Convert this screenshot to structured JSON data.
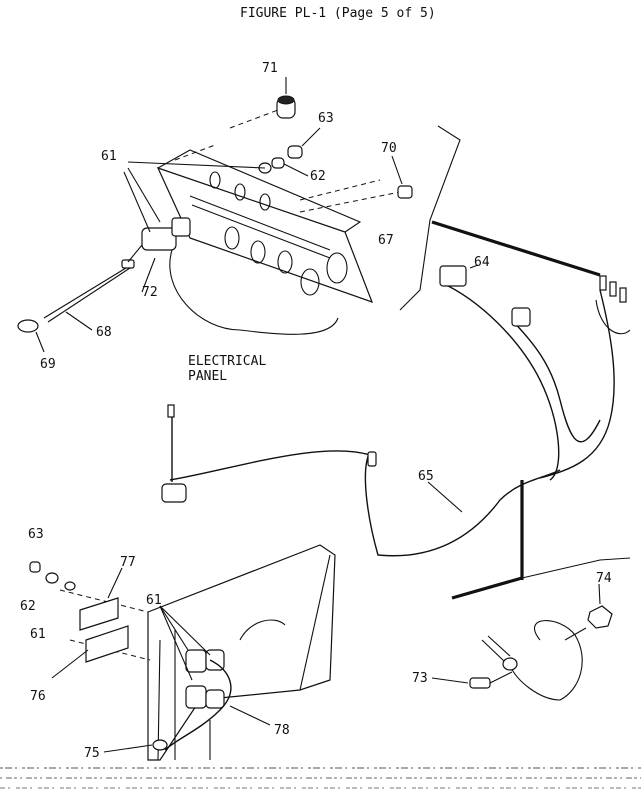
{
  "title": "FIGURE PL-1 (Page 5 of 5)",
  "panel_label": [
    "ELECTRICAL",
    "PANEL"
  ],
  "callouts": {
    "c71": "71",
    "c63a": "63",
    "c61a": "61",
    "c62a": "62",
    "c70": "70",
    "c67": "67",
    "c64": "64",
    "c72": "72",
    "c68": "68",
    "c69": "69",
    "c65": "65",
    "c63b": "63",
    "c62b": "62",
    "c61b": "61",
    "c77": "77",
    "c76": "76",
    "c61c": "61",
    "c78": "78",
    "c75": "75",
    "c74": "74",
    "c73": "73"
  }
}
